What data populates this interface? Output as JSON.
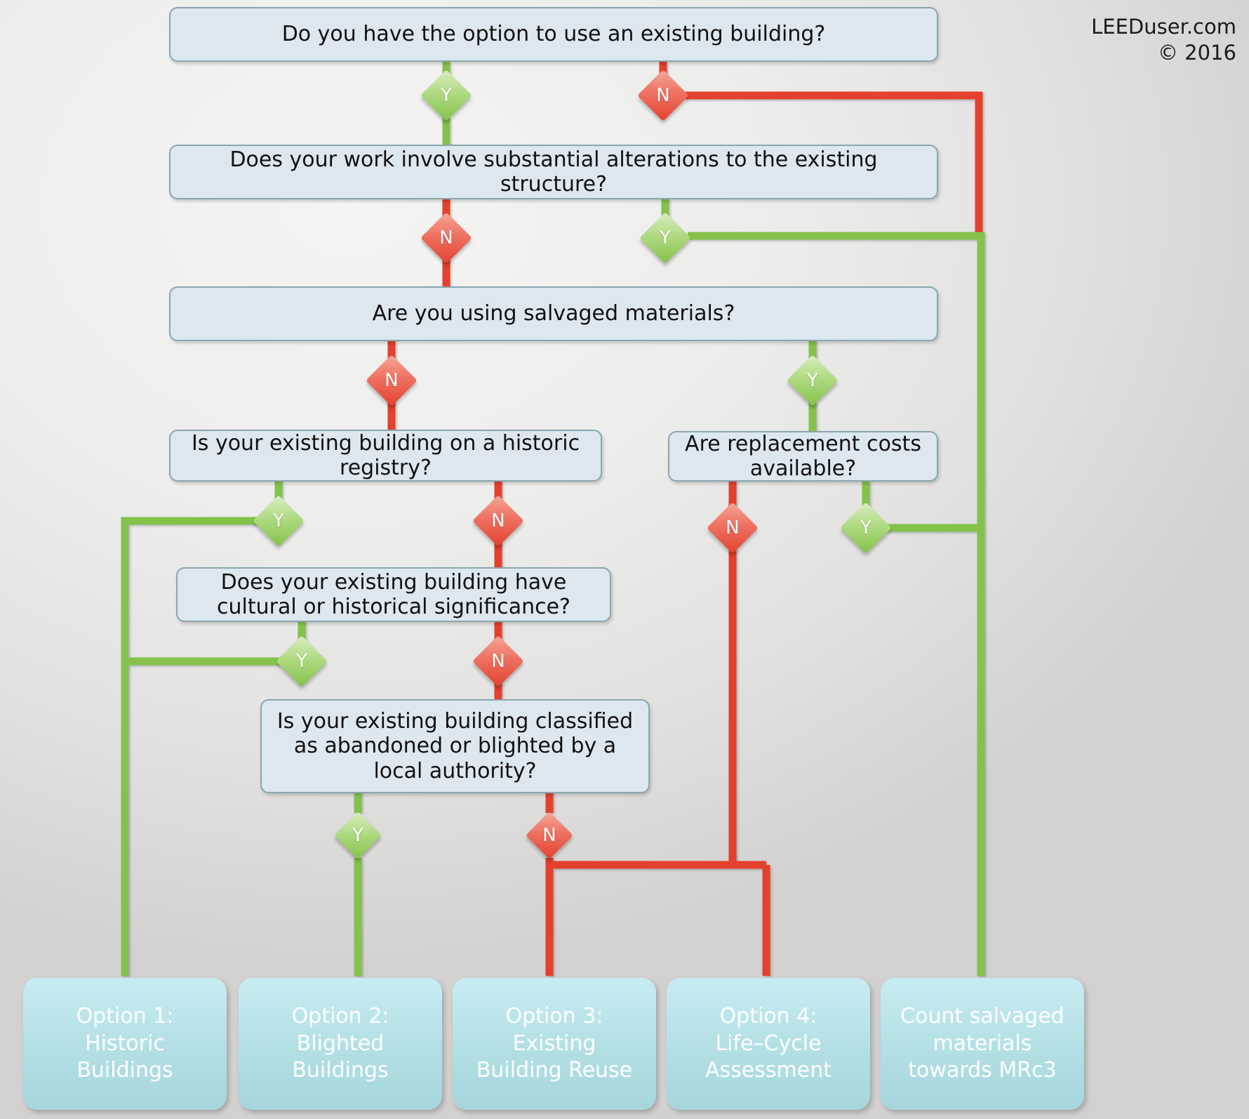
{
  "brand": {
    "site": "LEEDuser.com",
    "copyright": "© 2016"
  },
  "colors": {
    "yes": "#84c24b",
    "no": "#e4412e",
    "question_fill": "#dde7f0",
    "question_border": "#8aa7ad",
    "result_fill": "#b2dfe4",
    "background": "#e8e7e6"
  },
  "questions": [
    {
      "id": "q1",
      "text": "Do you have the option to use an existing building?"
    },
    {
      "id": "q2",
      "text": "Does your work involve substantial alterations to the existing structure?"
    },
    {
      "id": "q3",
      "text": "Are you using salvaged materials?"
    },
    {
      "id": "q4",
      "text": "Is your existing building on a historic registry?"
    },
    {
      "id": "q5",
      "text": "Are replacement costs available?"
    },
    {
      "id": "q6",
      "text": "Does your existing building have cultural or historical significance?"
    },
    {
      "id": "q7",
      "text": "Is your existing building classified as abandoned or blighted by a local authority?"
    }
  ],
  "decisions": [
    {
      "id": "d1",
      "label": "Y",
      "branch": "yes",
      "from": "q1"
    },
    {
      "id": "d2",
      "label": "N",
      "branch": "no",
      "from": "q1"
    },
    {
      "id": "d3",
      "label": "N",
      "branch": "no",
      "from": "q2"
    },
    {
      "id": "d4",
      "label": "Y",
      "branch": "yes",
      "from": "q2"
    },
    {
      "id": "d5",
      "label": "N",
      "branch": "no",
      "from": "q3"
    },
    {
      "id": "d6",
      "label": "Y",
      "branch": "yes",
      "from": "q3"
    },
    {
      "id": "d7",
      "label": "Y",
      "branch": "yes",
      "from": "q4"
    },
    {
      "id": "d8",
      "label": "N",
      "branch": "no",
      "from": "q4"
    },
    {
      "id": "d9",
      "label": "N",
      "branch": "no",
      "from": "q5"
    },
    {
      "id": "d10",
      "label": "Y",
      "branch": "yes",
      "from": "q5"
    },
    {
      "id": "d11",
      "label": "Y",
      "branch": "yes",
      "from": "q6"
    },
    {
      "id": "d12",
      "label": "N",
      "branch": "no",
      "from": "q6"
    },
    {
      "id": "d13",
      "label": "Y",
      "branch": "yes",
      "from": "q7"
    },
    {
      "id": "d14",
      "label": "N",
      "branch": "no",
      "from": "q7"
    }
  ],
  "results": [
    {
      "id": "r1",
      "text": "Option 1:\nHistoric\nBuildings"
    },
    {
      "id": "r2",
      "text": "Option 2:\nBlighted\nBuildings"
    },
    {
      "id": "r3",
      "text": "Option 3:\nExisting\nBuilding Reuse"
    },
    {
      "id": "r4",
      "text": "Option 4:\nLife–Cycle\nAssessment"
    },
    {
      "id": "r5",
      "text": "Count salvaged\nmaterials\ntowards MRc3"
    }
  ]
}
